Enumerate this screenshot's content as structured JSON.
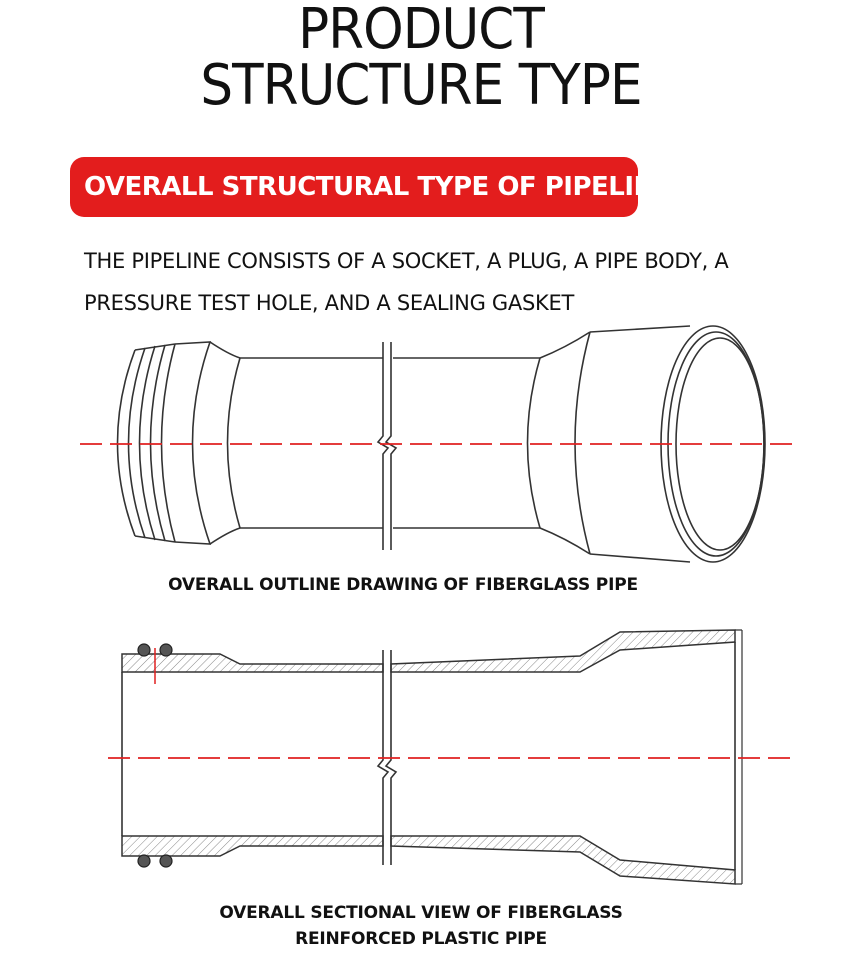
{
  "title": {
    "line1": "PRODUCT",
    "line2": "STRUCTURE TYPE"
  },
  "section_banner": {
    "label": "OVERALL STRUCTURAL TYPE OF PIPELINE",
    "color": "#e31d1d"
  },
  "description": "THE PIPELINE CONSISTS OF A SOCKET, A PLUG, A PIPE BODY, A PRESSURE TEST HOLE, AND A SEALING GASKET",
  "figures": [
    {
      "caption": "OVERALL OUTLINE DRAWING OF FIBERGLASS PIPE"
    },
    {
      "caption_line1": "OVERALL SECTIONAL VIEW OF FIBERGLASS",
      "caption_line2": "REINFORCED PLASTIC PIPE"
    }
  ],
  "colors": {
    "centerline": "#e02020",
    "line": "#333333",
    "hatch": "#888888"
  }
}
